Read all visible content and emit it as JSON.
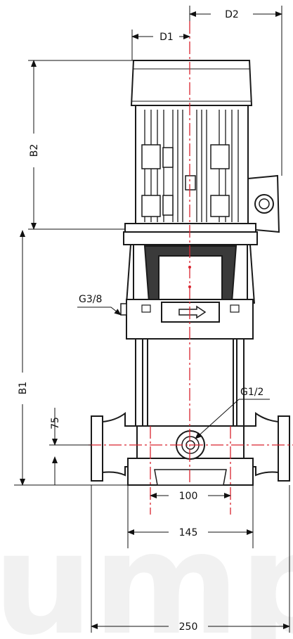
{
  "watermark": "umps",
  "labels": {
    "d2": "D2",
    "d1": "D1",
    "b2": "B2",
    "b1": "B1",
    "g38": "G3/8",
    "g12": "G1/2",
    "d75": "75",
    "d100": "100",
    "d145": "145",
    "d250": "250"
  },
  "colors": {
    "line": "#1a1a1a",
    "centerline": "#d9232e",
    "housing_dark": "#3a3a3a"
  }
}
